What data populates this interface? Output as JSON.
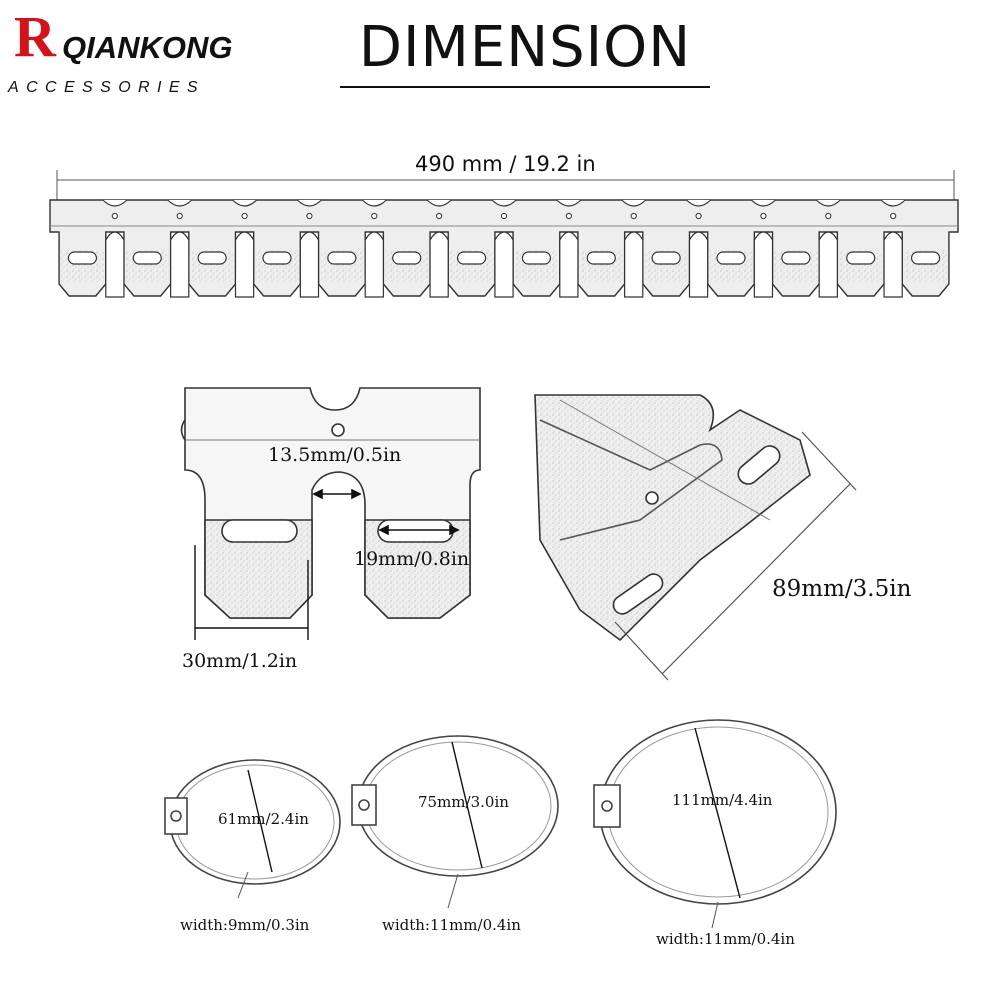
{
  "brand": {
    "initial": "R",
    "name": "QIANKONG",
    "tagline": "ACCESSORIES",
    "initial_color": "#d4121b"
  },
  "title": "DIMENSION",
  "strip": {
    "length_label": "490 mm / 19.2 in"
  },
  "detail": {
    "notch_label": "13.5mm/0.5in",
    "slot_label": "19mm/0.8in",
    "tab_width_label": "30mm/1.2in",
    "height_label": "89mm/3.5in"
  },
  "clamps": [
    {
      "diameter_label": "61mm/2.4in",
      "width_label": "width:9mm/0.3in"
    },
    {
      "diameter_label": "75mm/3.0in",
      "width_label": "width:11mm/0.4in"
    },
    {
      "diameter_label": "111mm/4.4in",
      "width_label": "width:11mm/0.4in"
    }
  ]
}
